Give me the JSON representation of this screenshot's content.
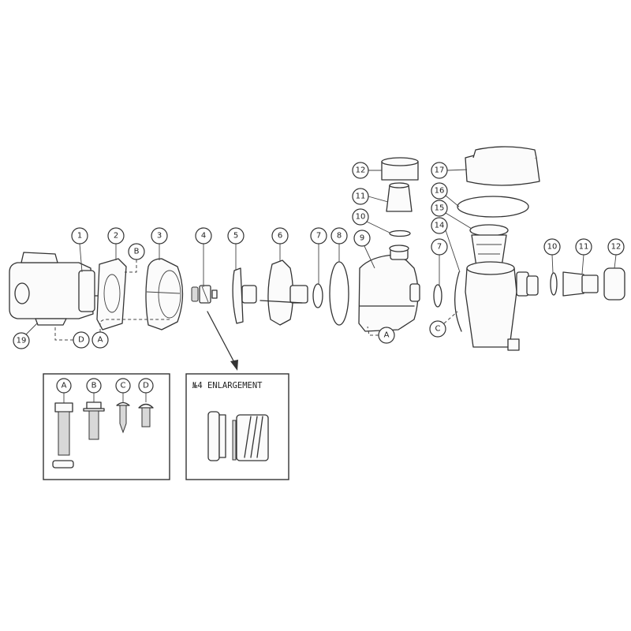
{
  "diagram": {
    "callouts": {
      "c1": "1",
      "c2": "2",
      "cB": "B",
      "c3": "3",
      "c4": "4",
      "c5": "5",
      "c6": "6",
      "c7a": "7",
      "c8": "8",
      "c9": "9",
      "c12a": "12",
      "c11a": "11",
      "c10a": "10",
      "c17": "17",
      "c16": "16",
      "c15": "15",
      "c14": "14",
      "c7b": "7",
      "cC": "C",
      "c10b": "10",
      "c11b": "11",
      "c12b": "12",
      "c19": "19",
      "cD": "D",
      "cA1": "A",
      "cA2": "A"
    },
    "fasteners_inset": {
      "labels": [
        "A",
        "B",
        "C",
        "D"
      ]
    },
    "enlargement_inset": {
      "title": "№4 ENLARGEMENT"
    }
  }
}
